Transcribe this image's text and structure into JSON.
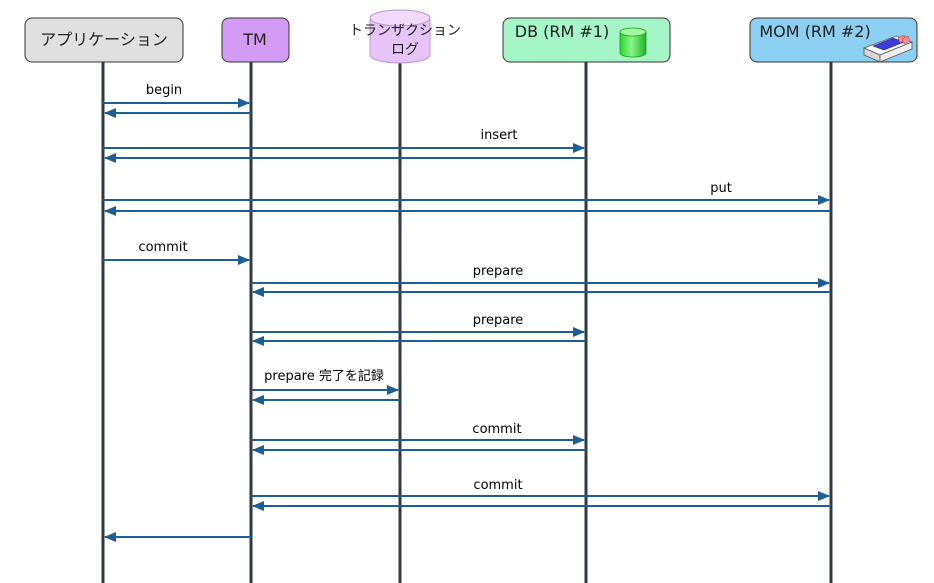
{
  "participants": {
    "app": {
      "label": "アプリケーション",
      "color": "#e0e0e0"
    },
    "tm": {
      "label": "TM",
      "color": "#d49bf5"
    },
    "log": {
      "line1": "トランザクション",
      "line2": "ログ",
      "color": "#e7c4f7"
    },
    "db": {
      "label": "DB (RM #1)",
      "color": "#a6f5c9",
      "icon": "database-icon"
    },
    "mom": {
      "label": "MOM (RM #2)",
      "color": "#8ccff3",
      "icon": "message-queue-icon"
    }
  },
  "messages": [
    {
      "label": "begin"
    },
    {
      "label": "insert"
    },
    {
      "label": "put"
    },
    {
      "label": "commit"
    },
    {
      "label": "prepare"
    },
    {
      "label": "prepare"
    },
    {
      "label": "prepare 完了を記録"
    },
    {
      "label": "commit"
    },
    {
      "label": "commit"
    }
  ],
  "colors": {
    "arrow": "#1d5f94",
    "lifeline": "#2f3a44"
  }
}
